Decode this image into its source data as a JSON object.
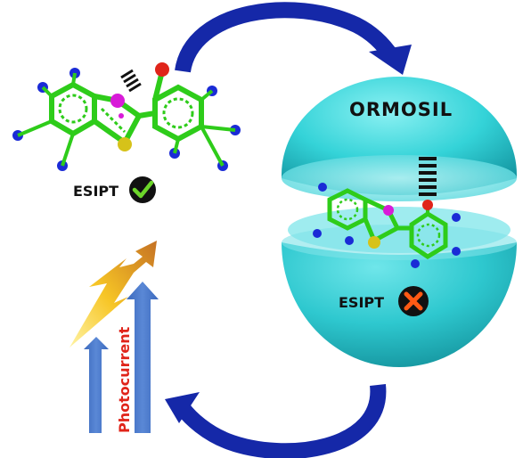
{
  "labels": {
    "esipt_top": "ESIPT",
    "esipt_sphere": "ESIPT",
    "ormosil": "ORMOSIL",
    "photocurrent": "Photocurrent"
  },
  "colors": {
    "cycle_arrow": "#1528a8",
    "sphere": "#34d3d8",
    "sphere_dark": "#1aa6b0",
    "bond": "#2ecc1a",
    "hydrogen": "#1a2bd6",
    "oxygen": "#e0241a",
    "nitrogen": "#d81bd8",
    "sulfur": "#d6c21a",
    "check_bg": "#111111",
    "check": "#6cd62a",
    "cross": "#ff5a14",
    "photo_arrow": "#4a78c8",
    "photocurrent_text": "#e0241a"
  },
  "icons": {
    "check": "checkmark-icon",
    "cross": "cross-icon"
  }
}
